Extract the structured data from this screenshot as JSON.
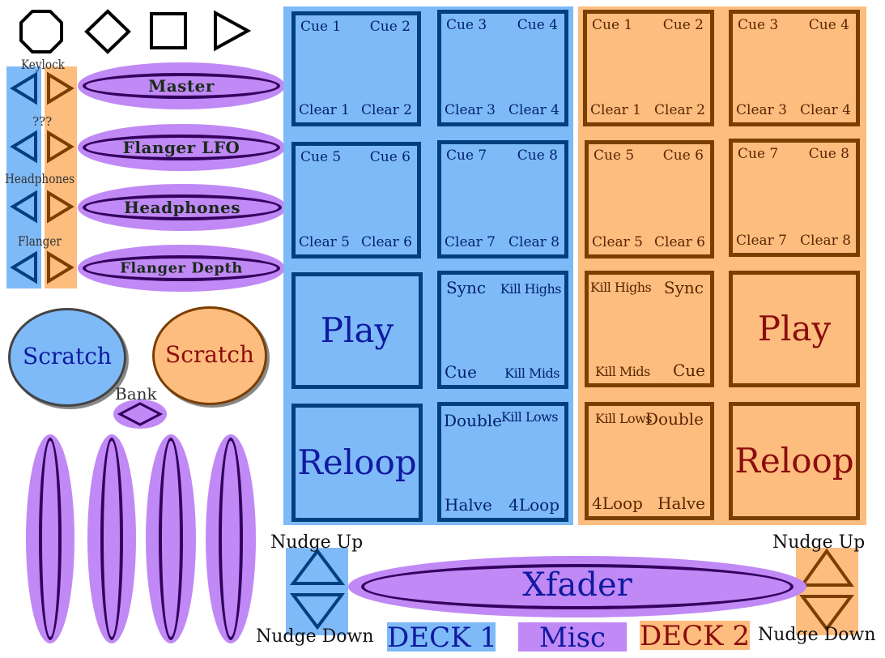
{
  "colors": {
    "deck1": "#7fbaf8",
    "deck2": "#fdbd7e",
    "misc": "#c089f5",
    "deck1_border": "#003f80",
    "deck2_border": "#7a3e00"
  },
  "top_icons": [
    "circle-icon",
    "diamond-icon",
    "square-icon",
    "play-triangle-icon"
  ],
  "left_labels": {
    "keylock": "Keylock",
    "unknown": "???",
    "headphones": "Headphones",
    "flanger": "Flanger",
    "bank": "Bank"
  },
  "knobs": [
    "Master",
    "Flanger LFO",
    "Headphones",
    "Flanger Depth"
  ],
  "scratch": {
    "left": "Scratch",
    "right": "Scratch"
  },
  "deck1": {
    "cue_pads": [
      {
        "tl": "Cue 1",
        "tr": "Cue 2",
        "bl": "Clear 1",
        "br": "Clear 2"
      },
      {
        "tl": "Cue 3",
        "tr": "Cue 4",
        "bl": "Clear 3",
        "br": "Clear 4"
      },
      {
        "tl": "Cue 5",
        "tr": "Cue 6",
        "bl": "Clear 5",
        "br": "Clear 6"
      },
      {
        "tl": "Cue 7",
        "tr": "Cue 8",
        "bl": "Clear 7",
        "br": "Clear 8"
      }
    ],
    "play": "Play",
    "sync_pad": {
      "tl": "Sync",
      "tr": "Kill Highs",
      "bl": "Cue",
      "br": "Kill Mids"
    },
    "reloop": "Reloop",
    "double_pad": {
      "tl": "Double",
      "tr": "Kill Lows",
      "bl": "Halve",
      "br": "4Loop"
    }
  },
  "deck2": {
    "cue_pads": [
      {
        "tl": "Cue 1",
        "tr": "Cue 2",
        "bl": "Clear 1",
        "br": "Clear 2"
      },
      {
        "tl": "Cue 3",
        "tr": "Cue 4",
        "bl": "Clear 3",
        "br": "Clear 4"
      },
      {
        "tl": "Cue 5",
        "tr": "Cue 6",
        "bl": "Clear 5",
        "br": "Clear 6"
      },
      {
        "tl": "Cue 7",
        "tr": "Cue 8",
        "bl": "Clear 7",
        "br": "Clear 8"
      }
    ],
    "play": "Play",
    "sync_pad": {
      "tl": "Kill Highs",
      "tr": "Sync",
      "bl": "Kill Mids",
      "br": "Cue"
    },
    "reloop": "Reloop",
    "double_pad": {
      "tl": "Kill Lows",
      "tr": "Double",
      "bl": "4Loop",
      "br": "Halve"
    }
  },
  "nudge": {
    "up_left": "Nudge Up",
    "down_left": "Nudge Down",
    "up_right": "Nudge Up",
    "down_right": "Nudge Down"
  },
  "xfader": "Xfader",
  "legend": {
    "deck1": "DECK 1",
    "misc": "Misc",
    "deck2": "DECK 2"
  }
}
